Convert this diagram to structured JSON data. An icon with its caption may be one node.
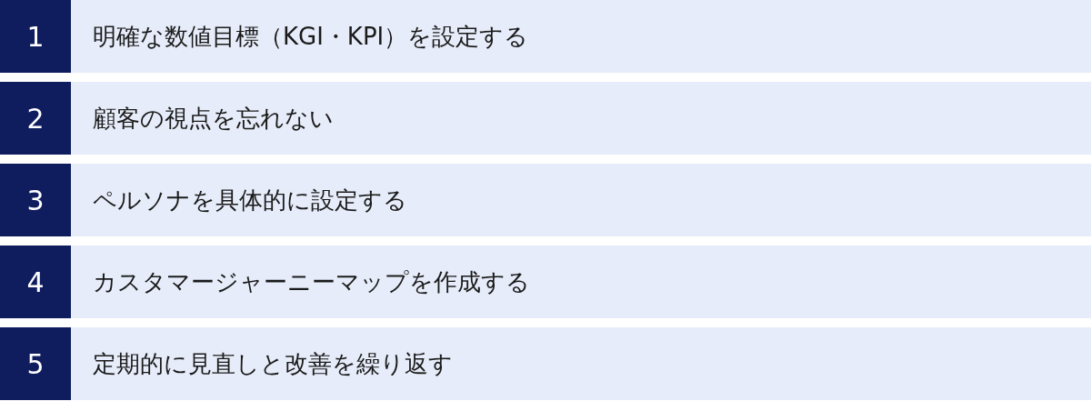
{
  "diagram": {
    "nodes": [
      {
        "text": [
          "1"
        ]
      },
      {
        "text": [
          "明確な数値目標（KGI・KPI）を設定する"
        ]
      },
      {
        "text": [
          "2"
        ]
      },
      {
        "text": [
          "顧客の視点を忘れない"
        ]
      },
      {
        "text": [
          "3"
        ]
      },
      {
        "text": [
          "ペルソナを具体的に設定する"
        ]
      },
      {
        "text": [
          "4"
        ]
      },
      {
        "text": [
          "カスタマージャーニーマップを作成する"
        ]
      },
      {
        "text": [
          "5"
        ]
      },
      {
        "text": [
          "定期的に見直しと改善を繰り返す"
        ]
      }
    ]
  }
}
